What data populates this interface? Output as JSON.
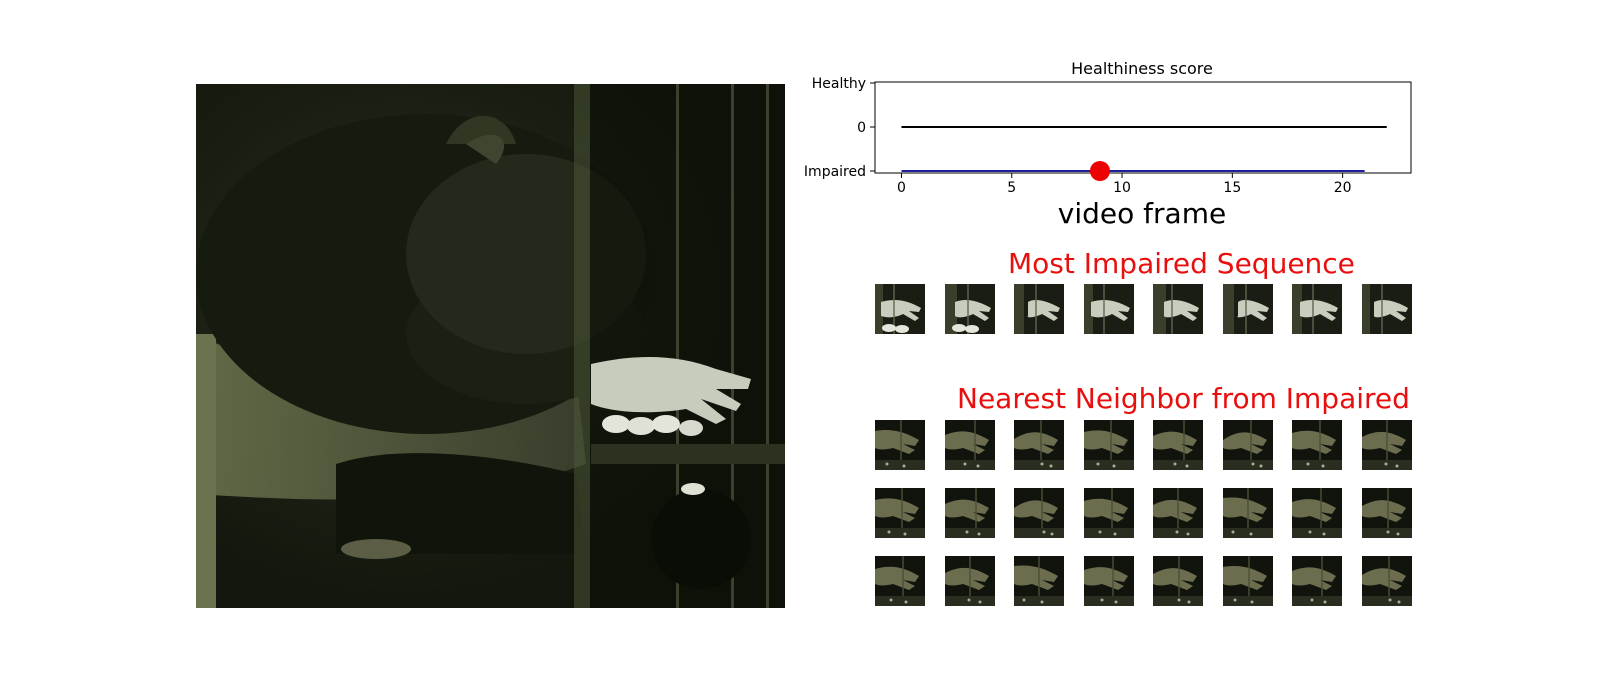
{
  "chart_data": {
    "type": "line",
    "title": "Healthiness score",
    "xlabel": "video frame",
    "ylabel": "",
    "xlim": [
      -1.2,
      23.1
    ],
    "ylim": [
      -1.0,
      1.0
    ],
    "x_ticks": [
      0,
      5,
      10,
      15,
      20
    ],
    "y_ticks": [
      {
        "value": 1,
        "label": "Healthy"
      },
      {
        "value": 0,
        "label": "0"
      },
      {
        "value": -1,
        "label": "Impaired"
      }
    ],
    "grid": false,
    "series": [
      {
        "role": "zero-reference",
        "color": "#000000",
        "x": [
          0,
          22
        ],
        "y": [
          0,
          0
        ]
      },
      {
        "role": "score",
        "color": "#1f1f9a",
        "x": [
          0,
          1,
          2,
          3,
          4,
          5,
          6,
          7,
          8,
          9,
          10,
          11,
          12,
          13,
          14,
          15,
          16,
          17,
          18,
          19,
          20,
          21
        ],
        "y": [
          -1,
          -1,
          -1,
          -1,
          -1,
          -1,
          -1,
          -1,
          -1,
          -1,
          -1,
          -1,
          -1,
          -1,
          -1,
          -1,
          -1,
          -1,
          -1,
          -1,
          -1,
          -1
        ]
      }
    ],
    "marker": {
      "x": 9,
      "y": -1,
      "color": "#ee0000"
    }
  },
  "sections": {
    "impaired_title": "Most Impaired Sequence",
    "neighbor_title": "Nearest Neighbor from Impaired"
  },
  "thumbnails": {
    "impaired_count": 8,
    "neighbor_rows": 3,
    "neighbor_count_per_row": 8
  },
  "colors": {
    "title_red": "#e8100f",
    "axis": "#000000",
    "score_line": "#1f1f9a",
    "marker": "#ee0000"
  }
}
